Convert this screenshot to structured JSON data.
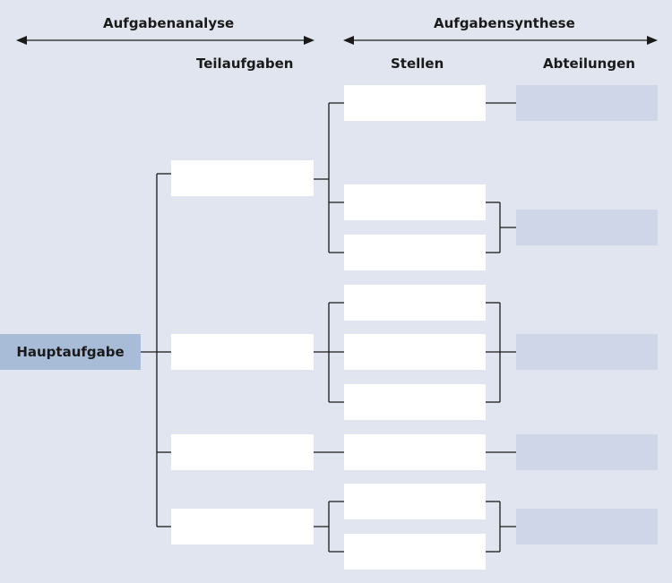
{
  "headers": {
    "analysis": "Aufgabenanalyse",
    "synthesis": "Aufgabensynthese",
    "subtasks": "Teilaufgaben",
    "positions": "Stellen",
    "departments": "Abteilungen"
  },
  "main_task": "Hauptaufgabe",
  "colors": {
    "background": "#e1e5ef",
    "main_task": "#a8bcd8",
    "department": "#ced6e8",
    "box": "#ffffff",
    "line": "#1a1a1a"
  }
}
